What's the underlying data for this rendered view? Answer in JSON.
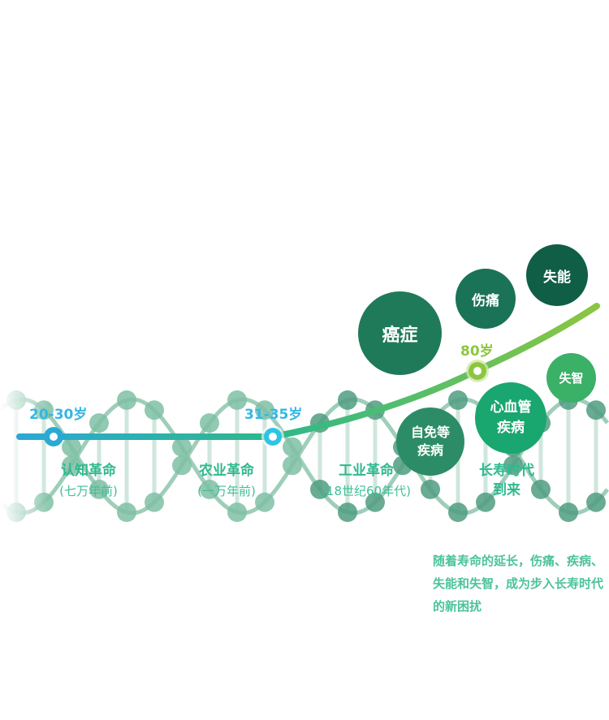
{
  "timeline": {
    "ages": [
      {
        "label": "20-30岁",
        "color": "#34b7e4"
      },
      {
        "label": "31-35岁",
        "color": "#34b7e4"
      },
      {
        "label": "80岁",
        "color": "#8cc63f"
      }
    ],
    "eras": [
      {
        "title": "认知革命",
        "subtitle": "(七万年前)"
      },
      {
        "title": "农业革命",
        "subtitle": "(一万年前)"
      },
      {
        "title": "工业革命",
        "subtitle": "(18世纪60年代)"
      },
      {
        "title": "长寿时代",
        "subtitle": "到来"
      }
    ]
  },
  "bubbles": [
    {
      "label": "癌症",
      "color": "#1f7a5a"
    },
    {
      "label": "伤痛",
      "color": "#1a7257"
    },
    {
      "label": "失能",
      "color": "#0f5e45"
    },
    {
      "label": "自免等疾病",
      "color": "#2d8c68"
    },
    {
      "label": "心血管疾病",
      "color": "#1aa66f"
    },
    {
      "label": "失智",
      "color": "#3bb067"
    }
  ],
  "note": "随着寿命的延长，伤痛、疾病、失能和失智，成为步入长寿时代的新困扰",
  "colors": {
    "line_start": "#2aa9d4",
    "line_mid": "#2fb889",
    "line_end": "#8cc63f",
    "helix_node": "#5aa98a"
  }
}
